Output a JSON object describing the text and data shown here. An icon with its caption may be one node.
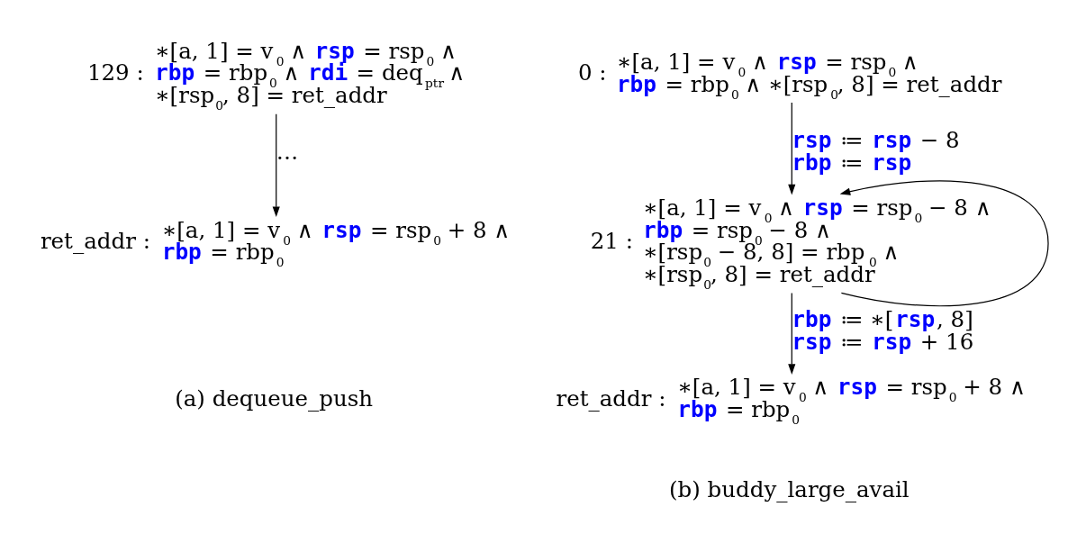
{
  "diagram": {
    "nodes": [
      {
        "text": [
          "129 :",
          "∗[a, 1] = v$_{0}$ ∧ **rsp** = rsp$_{0}$ ∧ **rbp** = rbp$_{0}$ ∧ **rdi** = deq$_{ptr}$ ∧ ∗[rsp$_{0}$, 8] = ret_addr"
        ]
      },
      {
        "text": [
          "ret_addr :",
          "∗[a, 1] = v$_{0}$ ∧ **rsp** = rsp$_{0}$ + 8 ∧ **rbp** = rbp$_{0}$"
        ]
      },
      {
        "text": [
          "0 :",
          "∗[a, 1] = v$_{0}$ ∧ **rsp** = rsp$_{0}$ ∧ **rbp** = rbp$_{0}$ ∧ ∗[rsp$_{0}$, 8] = ret_addr"
        ]
      },
      {
        "text": [
          "21 :",
          "∗[a, 1] = v$_{0}$ ∧ **rsp** = rsp$_{0}$ − 8 ∧ **rbp** = rsp$_{0}$ − 8 ∧ ∗[rsp$_{0}$ − 8, 8] = rbp$_{0}$ ∧ ∗[rsp$_{0}$, 8] = ret_addr"
        ]
      },
      {
        "text": [
          "ret_addr :",
          "∗[a, 1] = v$_{0}$ ∧ **rsp** = rsp$_{0}$ + 8 ∧ **rbp** = rbp$_{0}$"
        ]
      }
    ],
    "edges": [
      {
        "from": 0,
        "to": 1,
        "arrow": "to",
        "label": "…"
      },
      {
        "from": 2,
        "to": 3,
        "arrow": "to",
        "label": "**rsp** ≔ **rsp** − 8 **rbp** ≔ **rsp**"
      },
      {
        "from": 3,
        "to": 3,
        "arrow": "to"
      },
      {
        "from": 3,
        "to": 4,
        "arrow": "to",
        "label": "**rbp** ≔ ∗[**rsp**, 8] **rsp** ≔ **rsp** + 16"
      }
    ],
    "labels": [
      "(a) dequeue_push",
      "(b) buddy_large_avail"
    ]
  }
}
